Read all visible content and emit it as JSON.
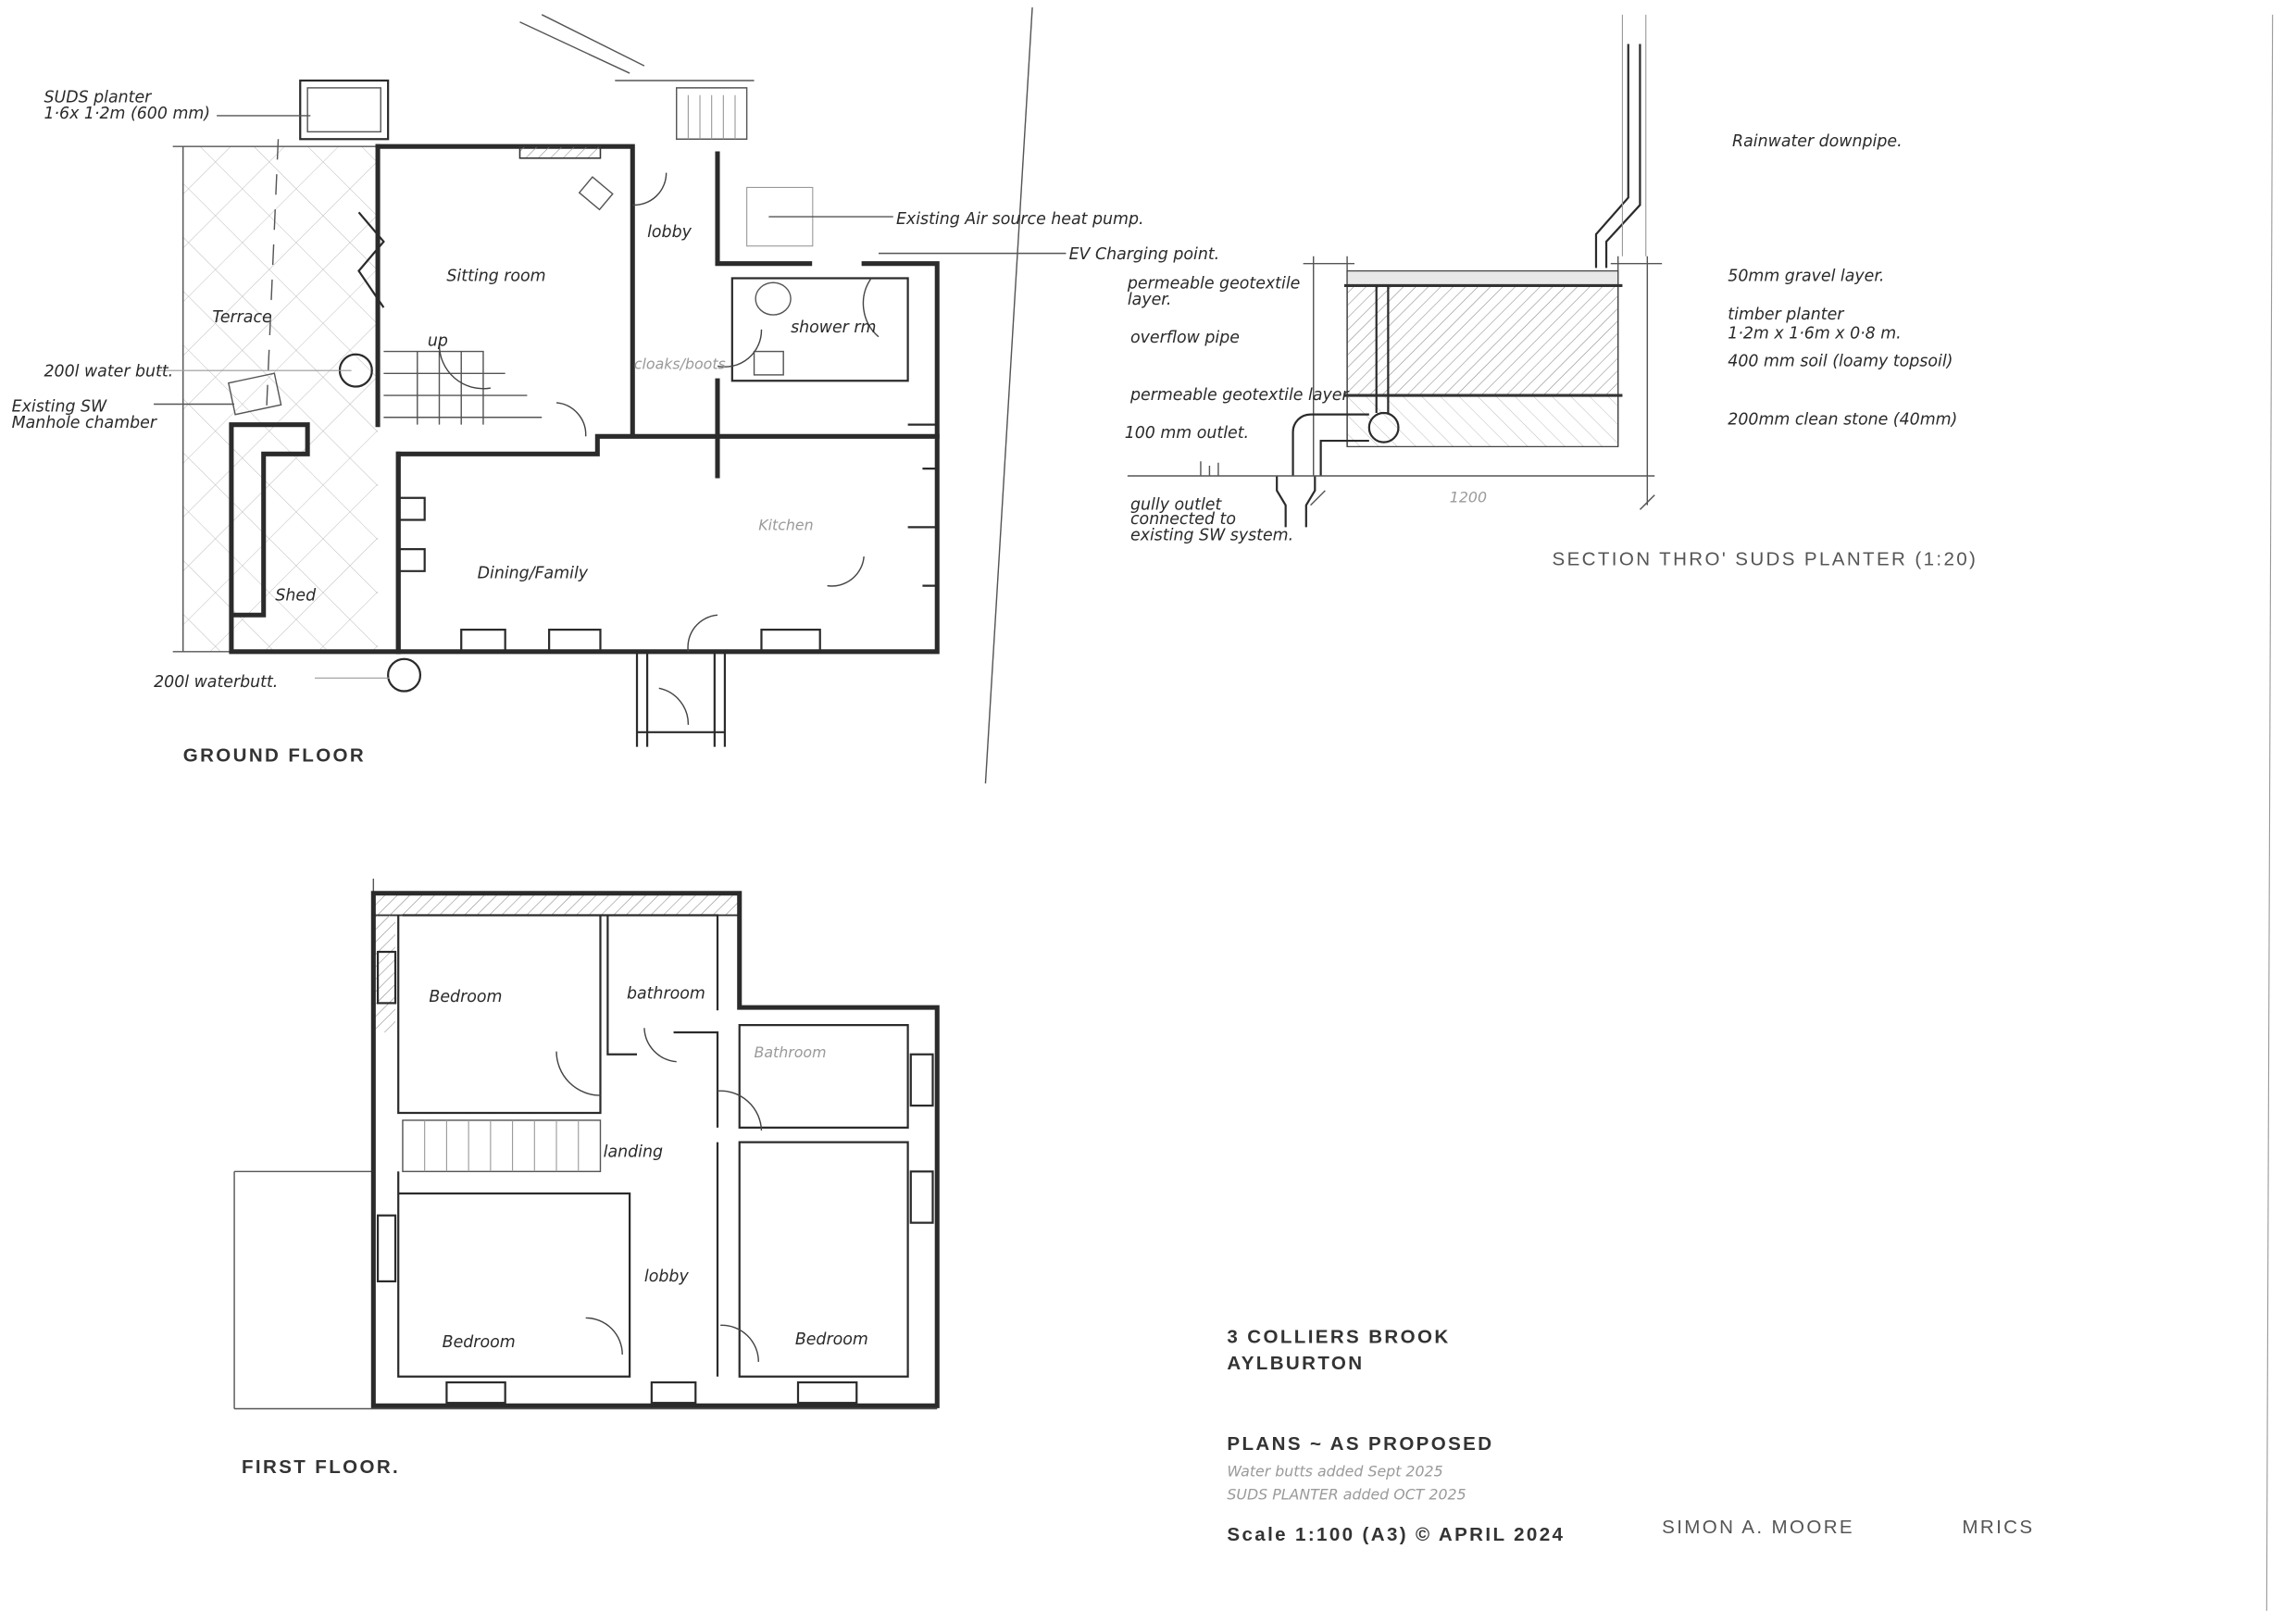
{
  "ground_floor": {
    "title": "GROUND FLOOR",
    "rooms": {
      "sitting_room": "Sitting room",
      "lobby": "lobby",
      "shower_room": "shower rm",
      "cloaks": "cloaks/boots",
      "kitchen": "Kitchen",
      "dining": "Dining/Family",
      "shed": "Shed",
      "terrace": "Terrace",
      "stairs_up": "up"
    },
    "annotations": {
      "suds_planter_1": "SUDS planter",
      "suds_planter_2": "1·6x 1·2m (600 mm)",
      "water_butt_1": "200l water butt.",
      "manhole_1": "Existing SW",
      "manhole_2": "Manhole chamber",
      "water_butt_2": "200l waterbutt.",
      "heat_pump": "Existing Air source heat pump.",
      "ev_point": "EV Charging point."
    }
  },
  "section": {
    "title": "SECTION THRO' SUDS PLANTER (1:20)",
    "left_notes": {
      "geotextile_top_1": "permeable geotextile",
      "geotextile_top_2": "layer.",
      "overflow": "overflow pipe",
      "geotextile_bottom": "permeable geotextile layer",
      "outlet": "100 mm outlet.",
      "gully_1": "gully outlet",
      "gully_2": "connected to",
      "gully_3": "existing SW system."
    },
    "right_notes": {
      "downpipe": "Rainwater downpipe.",
      "gravel": "50mm gravel layer.",
      "planter_1": "timber planter",
      "planter_2": "1·2m x 1·6m x 0·8 m.",
      "soil": "400 mm soil (loamy topsoil)",
      "stone": "200mm clean stone (40mm)"
    },
    "dimension": "1200"
  },
  "first_floor": {
    "title": "FIRST FLOOR.",
    "rooms": {
      "bedroom_1": "Bedroom",
      "bathroom_small": "bathroom",
      "bathroom": "Bathroom",
      "landing": "landing",
      "lobby": "lobby",
      "bedroom_2": "Bedroom",
      "bedroom_3": "Bedroom"
    }
  },
  "title_block": {
    "address_1": "3 COLLIERS BROOK",
    "address_2": "AYLBURTON",
    "drawing": "PLANS ~ AS PROPOSED",
    "revision_1": "Water butts added Sept 2025",
    "revision_2": "SUDS PLANTER added OCT 2025",
    "scale": "Scale 1:100 (A3) © APRIL 2024",
    "author": "SIMON A. MOORE",
    "qualification": "MRICS"
  }
}
